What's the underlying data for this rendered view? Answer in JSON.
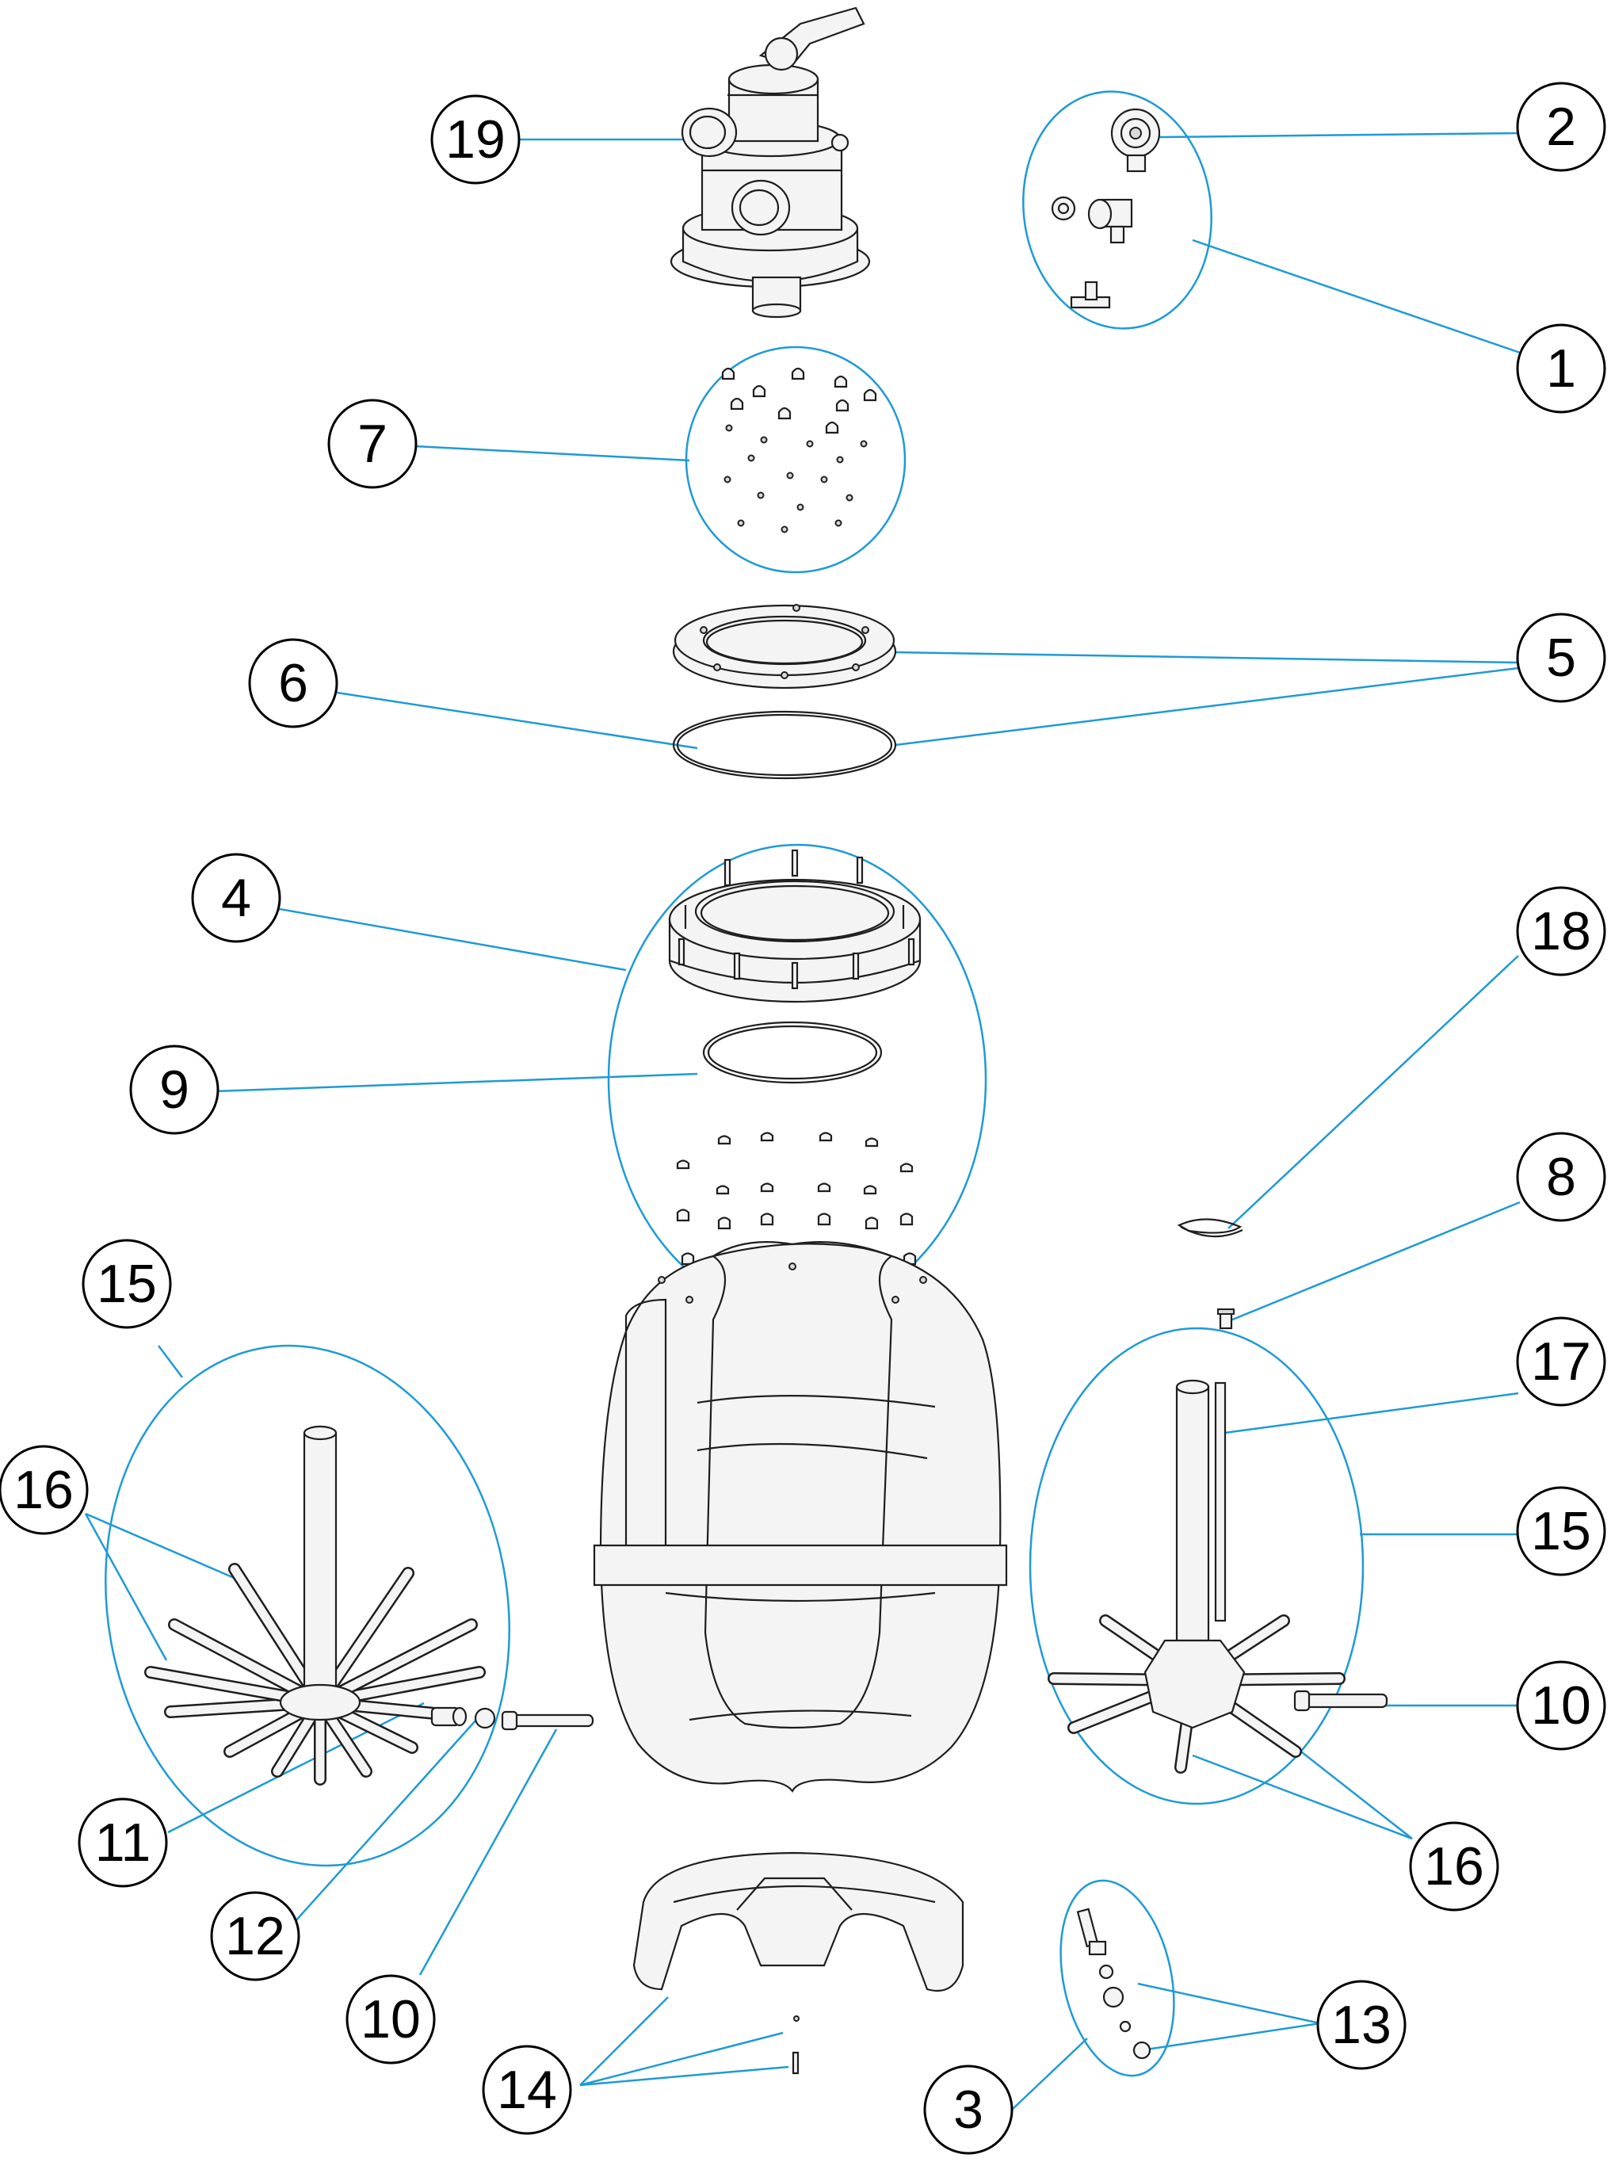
{
  "diagram": {
    "callouts": [
      {
        "id": "c19",
        "label": "19"
      },
      {
        "id": "c2",
        "label": "2"
      },
      {
        "id": "c1",
        "label": "1"
      },
      {
        "id": "c7",
        "label": "7"
      },
      {
        "id": "c6",
        "label": "6"
      },
      {
        "id": "c5",
        "label": "5"
      },
      {
        "id": "c4",
        "label": "4"
      },
      {
        "id": "c18",
        "label": "18"
      },
      {
        "id": "c9",
        "label": "9"
      },
      {
        "id": "c8",
        "label": "8"
      },
      {
        "id": "c15a",
        "label": "15"
      },
      {
        "id": "c17",
        "label": "17"
      },
      {
        "id": "c16a",
        "label": "16"
      },
      {
        "id": "c15b",
        "label": "15"
      },
      {
        "id": "c10b",
        "label": "10"
      },
      {
        "id": "c11",
        "label": "11"
      },
      {
        "id": "c16b",
        "label": "16"
      },
      {
        "id": "c12",
        "label": "12"
      },
      {
        "id": "c10a",
        "label": "10"
      },
      {
        "id": "c13",
        "label": "13"
      },
      {
        "id": "c14",
        "label": "14"
      },
      {
        "id": "c3",
        "label": "3"
      }
    ],
    "colors": {
      "leader": "#1f9ad6",
      "outline": "#1e1e1e",
      "fill": "#f4f4f4"
    }
  }
}
